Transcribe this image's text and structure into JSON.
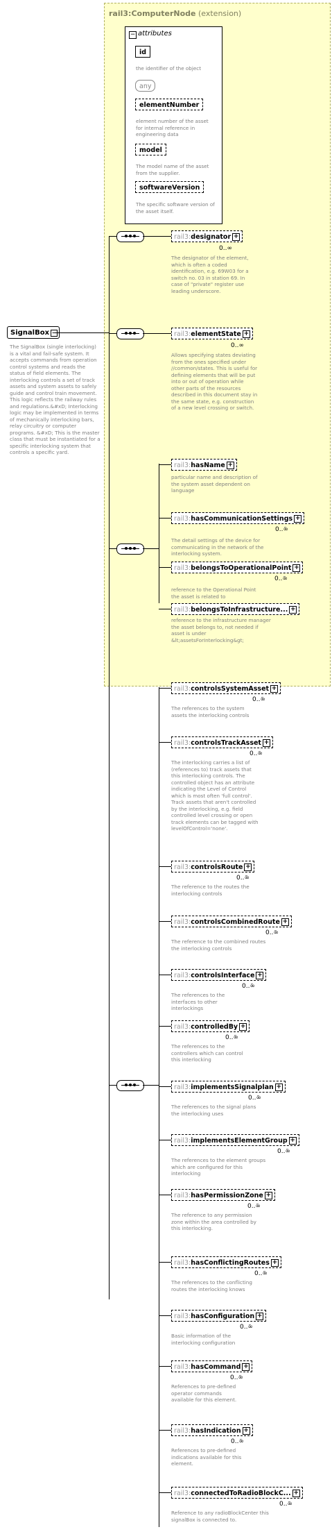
{
  "extension": {
    "name": "rail3:ComputerNode",
    "suffix": "(extension)"
  },
  "attributes": {
    "header": "attributes",
    "items": [
      {
        "name": "id",
        "desc": "the identifier of the object"
      },
      {
        "name": "any",
        "desc": ""
      },
      {
        "name": "elementNumber",
        "desc": "element number of the asset for internal reference in engineering data"
      },
      {
        "name": "model",
        "desc": "The model name of the asset from the supplier."
      },
      {
        "name": "softwareVersion",
        "desc": "The specific software version of the asset itself."
      }
    ]
  },
  "root": {
    "name": "SignalBox",
    "desc": "The SignalBox (single interlocking) is a vital and fail-safe system. It accepts commands from operation control systems and reads the status of field elements. The interlocking controls a set of track assets and system assets to safely guide and control train movement. This logic reflects the railway rules and regulations.&#xD; Interlocking logic may be implemented in terms of mechanically interlocking bars, relay circuitry or computer programs. &#xD; This is the master class that must be instantiated for a specific interlocking system that controls a specific yard."
  },
  "base_elements": [
    {
      "prefix": "rail3:",
      "name": "designator",
      "occ": "0..∞",
      "desc": "The designator of the element, which is often a coded identification, e.g. 69W03 for a switch no. 03 in station 69. In case of \"private\" register use leading underscore."
    },
    {
      "prefix": "rail3:",
      "name": "elementState",
      "occ": "0..∞",
      "desc": "Allows specifying states deviating from the ones specified under //common/states. This is useful for defining elements that will be put into or out of operation while other parts of the resources described in this document stay in the same state, e.g. construction of a new level crossing or switch."
    }
  ],
  "node_elements": [
    {
      "prefix": "rail3:",
      "name": "hasName",
      "occ": "",
      "desc": "particular name and description of the system asset dependent on language"
    },
    {
      "prefix": "rail3:",
      "name": "hasCommunicationSettings",
      "occ": "0..∞",
      "desc": "The detail settings of the device for communicating in the network of the interlocking system."
    },
    {
      "prefix": "rail3:",
      "name": "belongsToOperationalPoint",
      "occ": "0..∞",
      "desc": "reference to the Operational Point the asset is related to"
    },
    {
      "prefix": "rail3:",
      "name": "belongsToInfrastructure...",
      "occ": "",
      "desc": "reference to the infrastructure manager the asset belongs to, not needed if asset is under &lt;assetsForInterlocking&gt;"
    }
  ],
  "signalbox_elements": [
    {
      "prefix": "rail3:",
      "name": "controlsSystemAsset",
      "occ": "0..∞",
      "desc": "The references to the system assets the interlocking controls"
    },
    {
      "prefix": "rail3:",
      "name": "controlsTrackAsset",
      "occ": "0..∞",
      "desc": "The interlocking carries a list of (references to) track assets that this interlocking controls. The controlled object has an attribute indicating the Level of Control which is most often 'full control'. Track assets that aren't controlled by the interlocking, e.g. field controlled level crossing or open track elements can be tagged with levelOfControl='none'."
    },
    {
      "prefix": "rail3:",
      "name": "controlsRoute",
      "occ": "0..∞",
      "desc": "The reference to the routes the interlocking controls"
    },
    {
      "prefix": "rail3:",
      "name": "controlsCombinedRoute",
      "occ": "0..∞",
      "desc": "The reference to the combined routes the interlocking controls"
    },
    {
      "prefix": "rail3:",
      "name": "controlsInterface",
      "occ": "0..∞",
      "desc": "The references to the interfaces to other interlockings"
    },
    {
      "prefix": "rail3:",
      "name": "controlledBy",
      "occ": "0..∞",
      "desc": "The references to the controllers which can control this interlocking"
    },
    {
      "prefix": "rail3:",
      "name": "implementsSignalplan",
      "occ": "0..∞",
      "desc": "The references to the signal plans the interlocking uses"
    },
    {
      "prefix": "rail3:",
      "name": "implementsElementGroup",
      "occ": "0..∞",
      "desc": "The references to the element groups which are configured for this interlocking"
    },
    {
      "prefix": "rail3:",
      "name": "hasPermissionZone",
      "occ": "0..∞",
      "desc": "The reference to any permission zone within the area controlled by this interlocking."
    },
    {
      "prefix": "rail3:",
      "name": "hasConflictingRoutes",
      "occ": "0..∞",
      "desc": "The references to the conflicting routes the interlocking knows"
    },
    {
      "prefix": "rail3:",
      "name": "hasConfiguration",
      "occ": "0..∞",
      "desc": "Basic information of the interlocking configuration"
    },
    {
      "prefix": "rail3:",
      "name": "hasCommand",
      "occ": "0..∞",
      "desc": "References to pre-defined operator commands available for this element."
    },
    {
      "prefix": "rail3:",
      "name": "hasIndication",
      "occ": "0..∞",
      "desc": "References to pre-defined indications available for this element."
    },
    {
      "prefix": "rail3:",
      "name": "connectedToRadioBlockC...",
      "occ": "0..∞",
      "desc": "Reference to any radioBlockCenter this signalBox is connected to."
    }
  ]
}
